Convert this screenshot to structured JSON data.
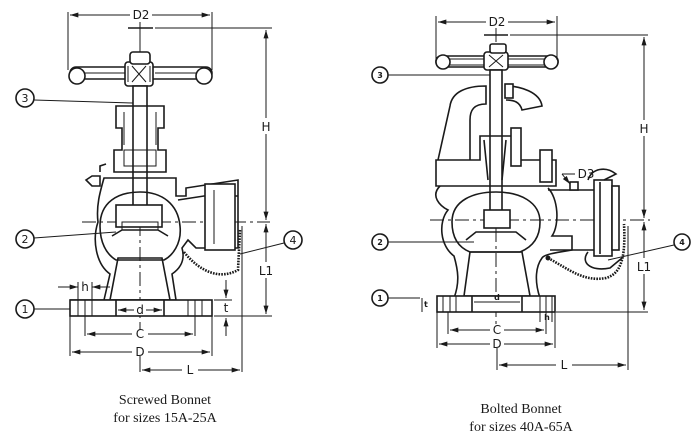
{
  "left_drawing": {
    "title": "Screwed Bonnet",
    "subtitle": "for sizes 15A-25A",
    "callouts": [
      "1",
      "2",
      "3",
      "4"
    ],
    "dimensions": {
      "D2": "D2",
      "H": "H",
      "L1": "L1",
      "h": "h",
      "t": "t",
      "d": "d",
      "C": "C",
      "D": "D",
      "L": "L"
    }
  },
  "right_drawing": {
    "title": "Bolted Bonnet",
    "subtitle": "for sizes 40A-65A",
    "callouts": [
      "1",
      "2",
      "3",
      "4"
    ],
    "dimensions": {
      "D2": "D2",
      "D3": "D3",
      "H": "H",
      "L1": "L1",
      "h": "h",
      "t": "t",
      "d": "d",
      "C": "C",
      "D": "D",
      "L": "L"
    }
  }
}
